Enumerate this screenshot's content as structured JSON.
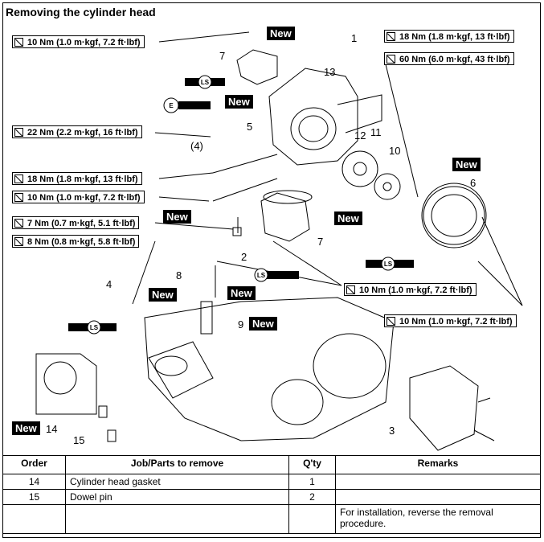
{
  "title": "Removing the cylinder head",
  "torques": [
    "10 Nm (1.0 m·kgf, 7.2 ft·lbf)",
    "18 Nm (1.8 m·kgf, 13 ft·lbf)",
    "60 Nm (6.0 m·kgf, 43 ft·lbf)",
    "22 Nm (2.2 m·kgf, 16 ft·lbf)",
    "18 Nm (1.8 m·kgf, 13 ft·lbf)",
    "10 Nm (1.0 m·kgf, 7.2 ft·lbf)",
    "7 Nm (0.7 m·kgf, 5.1 ft·lbf)",
    "8 Nm (0.8 m·kgf, 5.8 ft·lbf)",
    "10 Nm (1.0 m·kgf, 7.2 ft·lbf)",
    "10 Nm (1.0 m·kgf, 7.2 ft·lbf)"
  ],
  "new_label": "New",
  "labels": [
    "1",
    "2",
    "3",
    "4",
    "(4)",
    "5",
    "6",
    "7",
    "7",
    "8",
    "9",
    "10",
    "11",
    "12",
    "13",
    "14",
    "15"
  ],
  "symbols": {
    "ls": "LS",
    "e": "E"
  },
  "table": {
    "headers": [
      "Order",
      "Job/Parts to remove",
      "Q'ty",
      "Remarks"
    ],
    "rows": [
      {
        "order": "14",
        "part": "Cylinder head gasket",
        "qty": "1",
        "remarks": ""
      },
      {
        "order": "15",
        "part": "Dowel pin",
        "qty": "2",
        "remarks": ""
      },
      {
        "order": "",
        "part": "",
        "qty": "",
        "remarks": "For installation, reverse the removal procedure."
      }
    ]
  }
}
